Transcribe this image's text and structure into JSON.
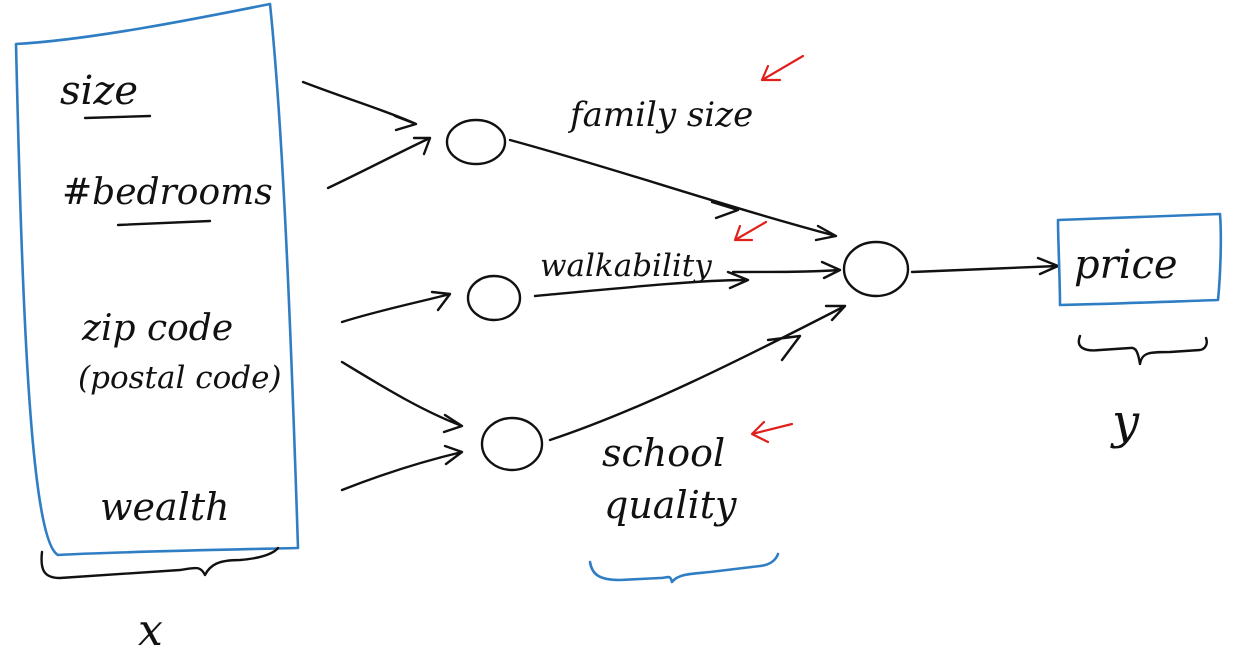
{
  "inputs": {
    "size": "size",
    "bedrooms": "#bedrooms",
    "zip_line1": "zip code",
    "zip_line2": "(postal code)",
    "wealth": "wealth",
    "group_label": "x"
  },
  "hidden": {
    "family_size": "family size",
    "walkability": "walkability",
    "school_line1": "school",
    "school_line2": "quality"
  },
  "output": {
    "price": "price",
    "label": "y"
  },
  "colors": {
    "ink": "#111111",
    "box": "#2f7ec4",
    "highlight": "#e0201d"
  }
}
